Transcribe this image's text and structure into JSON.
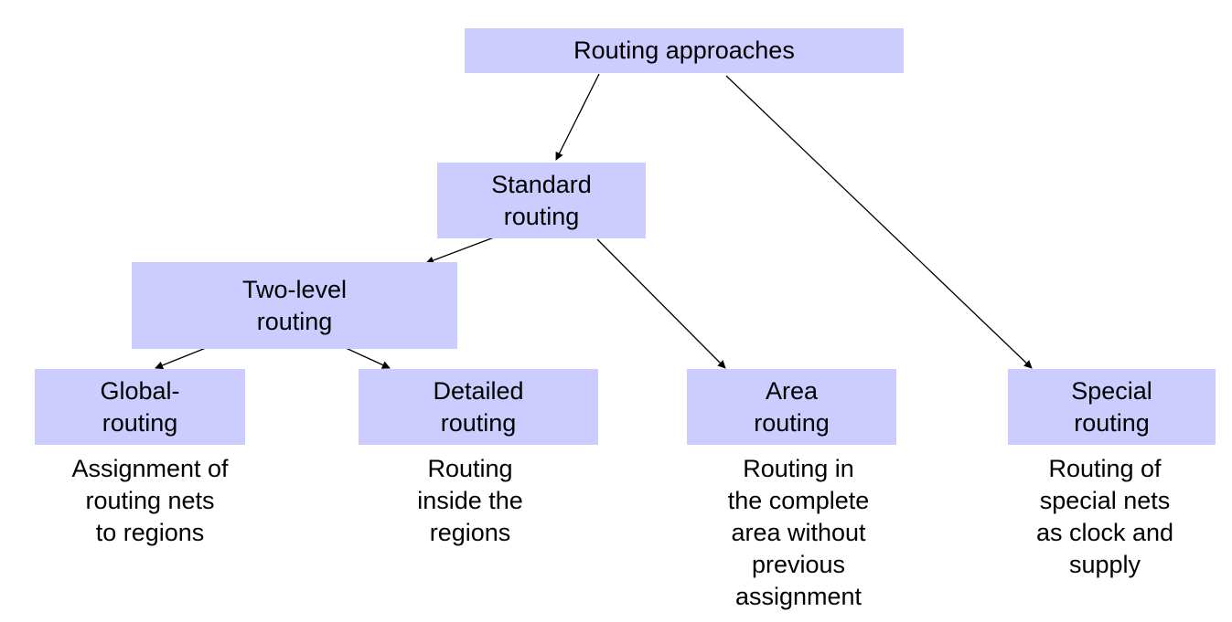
{
  "nodes": {
    "root": "Routing approaches",
    "standard": "Standard\nrouting",
    "two_level": "Two-level\nrouting",
    "global": "Global-\nrouting",
    "detailed": "Detailed\nrouting",
    "area": "Area\nrouting",
    "special": "Special\nrouting"
  },
  "descriptions": {
    "global": "Assignment of\nrouting nets\nto regions",
    "detailed": "Routing\ninside the\nregions",
    "area": "Routing in\nthe complete\narea without\nprevious\nassignment",
    "special": "Routing of\nspecial nets\nas clock and\nsupply"
  },
  "edges": [
    {
      "from": "root",
      "to": "standard"
    },
    {
      "from": "root",
      "to": "special"
    },
    {
      "from": "standard",
      "to": "two_level"
    },
    {
      "from": "standard",
      "to": "area"
    },
    {
      "from": "two_level",
      "to": "global"
    },
    {
      "from": "two_level",
      "to": "detailed"
    }
  ],
  "colors": {
    "node_fill": "#ccccff",
    "edge": "#000000",
    "text": "#000000"
  }
}
